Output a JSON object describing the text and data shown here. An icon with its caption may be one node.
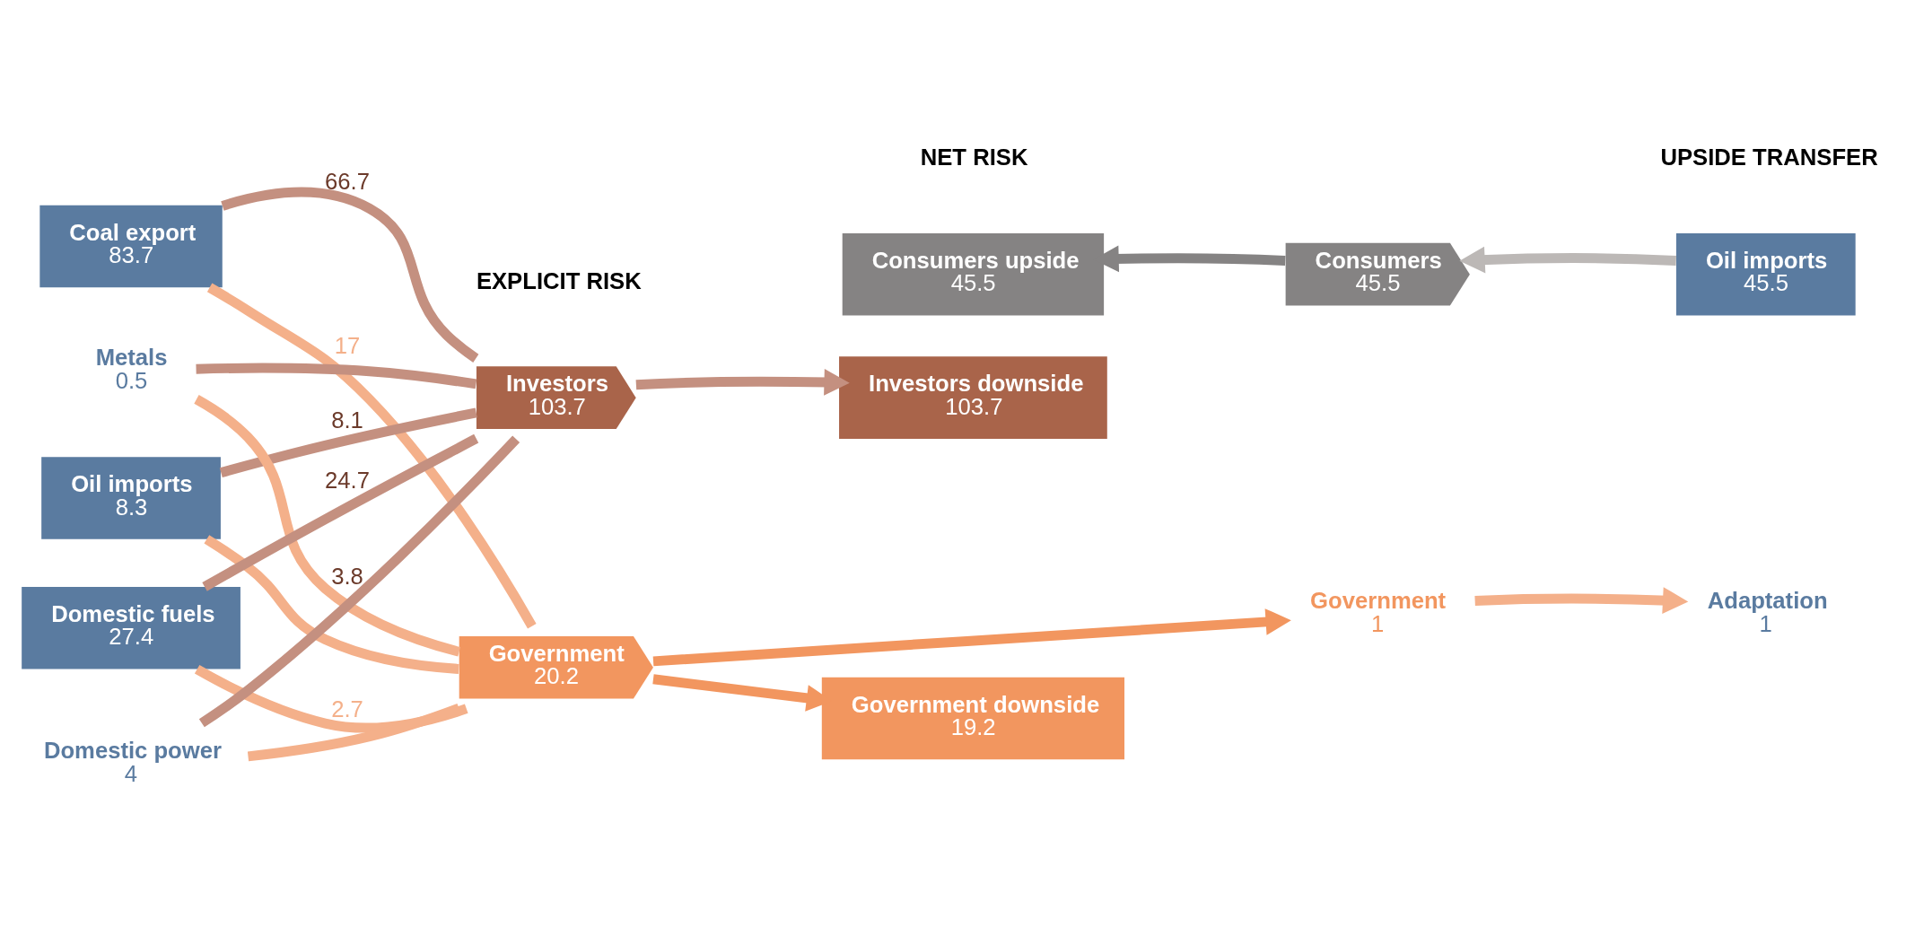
{
  "diagram": {
    "nodes": [
      {
        "text": [
          "Coal export",
          "83.7"
        ]
      },
      {
        "text": [
          "Oil imports",
          "8.3"
        ]
      },
      {
        "text": [
          "Metals",
          "0.5"
        ]
      },
      {
        "text": [
          "Domestic fuels",
          "27.4"
        ]
      },
      {
        "text": [
          "Domestic power",
          "4"
        ]
      },
      {
        "text": [
          "Investors",
          "103.7"
        ]
      },
      {
        "text": [
          "Government",
          "20.2"
        ]
      },
      {
        "text": [
          "Investors downside",
          "103.7"
        ]
      },
      {
        "text": [
          "Government downside",
          "19.2"
        ]
      },
      {
        "text": [
          "Consumers upside",
          "45.5"
        ]
      },
      {
        "text": [
          "Government",
          "1"
        ]
      },
      {
        "text": [
          "Consumers",
          "45.5"
        ]
      },
      {
        "text": [
          "Adaptation",
          "1"
        ]
      },
      {
        "text": [
          "Oil imports",
          "45.5"
        ]
      }
    ],
    "edges": [
      {
        "from": 0,
        "to": 5,
        "arrow": "none",
        "label": "66.7"
      },
      {
        "from": 0,
        "to": 6,
        "arrow": "none",
        "label": "17",
        "color": "#f4b08a"
      },
      {
        "from": 1,
        "to": 5,
        "arrow": "none",
        "label": "8.1"
      },
      {
        "from": 1,
        "to": 6,
        "arrow": "none",
        "color": "#f4b08a"
      },
      {
        "from": 2,
        "to": 5,
        "arrow": "none"
      },
      {
        "from": 2,
        "to": 6,
        "arrow": "none",
        "color": "#f4b08a"
      },
      {
        "from": 3,
        "to": 5,
        "arrow": "none",
        "label": "24.7"
      },
      {
        "from": 3,
        "to": 6,
        "arrow": "none",
        "label": "2.7",
        "color": "#f4b08a"
      },
      {
        "from": 4,
        "to": 5,
        "arrow": "none",
        "label": "3.8"
      },
      {
        "from": 4,
        "to": 6,
        "arrow": "none",
        "color": "#f4b08a"
      },
      {
        "from": 5,
        "to": 7,
        "arrow": "to"
      },
      {
        "from": 6,
        "to": 8,
        "arrow": "to",
        "color": "#f2965f"
      },
      {
        "from": 6,
        "to": 10,
        "arrow": "to",
        "color": "#f2965f"
      },
      {
        "from": 10,
        "to": 12,
        "arrow": "to",
        "color": "#f4b08a"
      },
      {
        "from": 13,
        "to": 11,
        "arrow": "to",
        "color": "#bcb8b6"
      },
      {
        "from": 11,
        "to": 9,
        "arrow": "to",
        "color": "#858383"
      }
    ],
    "labels": [
      "EXPLICIT RISK",
      "NET RISK",
      "UPSIDE TRANSFER"
    ]
  }
}
